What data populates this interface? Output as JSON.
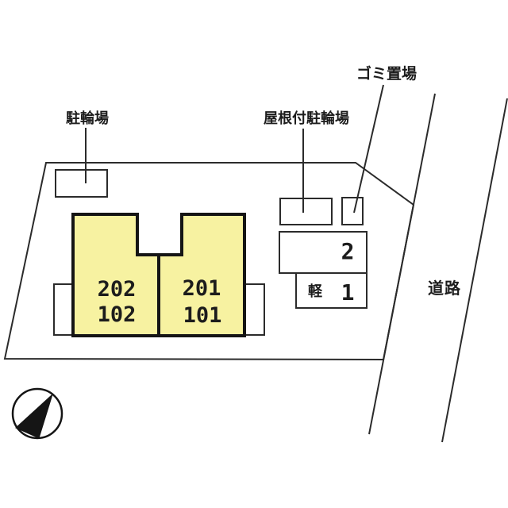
{
  "meta": {
    "type": "property-site-plan",
    "background_color": "#ffffff",
    "line_color": "#2b2b2b",
    "building_fill_color": "#f7f2a1"
  },
  "labels": {
    "bicycle_parking": "駐輪場",
    "covered_bicycle_parking": "屋根付駐輪場",
    "garbage_area": "ゴミ置場",
    "road": "道路"
  },
  "building": {
    "left_unit": {
      "upper_room": "202",
      "lower_room": "102"
    },
    "right_unit": {
      "upper_room": "201",
      "lower_room": "101"
    }
  },
  "parking": {
    "space_2_label": "2",
    "space_1_prefix": "軽",
    "space_1_label": "1"
  },
  "icons": {
    "compass": "north-arrow-icon"
  }
}
